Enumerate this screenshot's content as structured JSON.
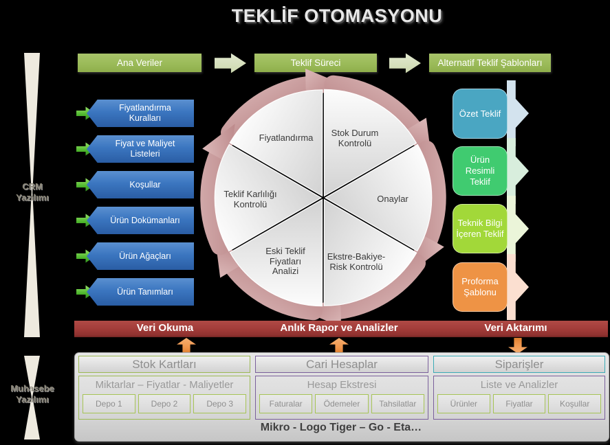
{
  "title": "TEKLİF OTOMASYONU",
  "side_labels": {
    "crm": "CRM\nYazılımı",
    "muhasebe": "Muhasebe\nYazılımı"
  },
  "flow_headers": [
    {
      "label": "Ana Veriler"
    },
    {
      "label": "Teklif Süreci"
    },
    {
      "label": "Alternatif Teklif Şablonları"
    }
  ],
  "crm_items": [
    {
      "label": "Fiyatlandırma\nKuralları"
    },
    {
      "label": "Fiyat ve Maliyet\nListeleri"
    },
    {
      "label": "Koşullar"
    },
    {
      "label": "Ürün Dokümanları"
    },
    {
      "label": "Ürün Ağaçları"
    },
    {
      "label": "Ürün Tanımları"
    }
  ],
  "cycle_steps": [
    {
      "label": "Fiyatlandırma"
    },
    {
      "label": "Stok Durum\nKontrolü"
    },
    {
      "label": "Onaylar"
    },
    {
      "label": "Ekstre-Bakiye-\nRisk Kontrolü"
    },
    {
      "label": "Eski Teklif\nFiyatları\nAnalizi"
    },
    {
      "label": "Teklif Karlılığı\nKontrolü"
    }
  ],
  "templates": [
    {
      "label": "Özet Teklif",
      "color": "#4aa6c2"
    },
    {
      "label": "Ürün\nResimli\nTeklif",
      "color": "#40cb70"
    },
    {
      "label": "Teknik Bilgi\nİçeren Teklif",
      "color": "#a2d839"
    },
    {
      "label": "Proforma\nŞablonu",
      "color": "#ee9345"
    }
  ],
  "banner": {
    "items": [
      {
        "label": "Veri Okuma",
        "arrow": "up"
      },
      {
        "label": "Anlık Rapor ve Analizler",
        "arrow": "up"
      },
      {
        "label": "Veri Aktarımı",
        "arrow": "down"
      }
    ]
  },
  "erp_panel": {
    "groups": [
      {
        "title": "Stok Kartları",
        "subtitle": "Miktarlar – Fiyatlar - Maliyetler",
        "chips": [
          {
            "label": "Depo 1"
          },
          {
            "label": "Depo 2"
          },
          {
            "label": "Depo 3"
          }
        ],
        "accent": "#9cb953"
      },
      {
        "title": "Cari Hesaplar",
        "subtitle": "Hesap Ekstresi",
        "chips": [
          {
            "label": "Faturalar"
          },
          {
            "label": "Ödemeler"
          },
          {
            "label": "Tahsilatlar"
          }
        ],
        "accent": "#7a5f9b"
      },
      {
        "title": "Siparişler",
        "subtitle": "Liste ve Analizler",
        "chips": [
          {
            "label": "Ürünler"
          },
          {
            "label": "Fiyatlar"
          },
          {
            "label": "Koşullar"
          }
        ],
        "accent": "#3aabb6"
      }
    ],
    "footer": "Mikro - Logo Tiger – Go - Eta…"
  },
  "colors": {
    "bg": "#000000",
    "title_text": "#e8e8e8",
    "green_header": "#9bbb59",
    "sage_arrow": "#ccd8ad",
    "blue_box": "#3b76c0",
    "green_arrow": "#4db52c",
    "rose_arrow": "#bf8a8b",
    "banner": "#a23c39",
    "orange_arrow": "#f0954b",
    "panel_bg": "#d6d6d6",
    "panel_text": "#8e8e8e",
    "footer_text": "#3f3f3f",
    "beige_shape": "#eeeadf",
    "side_text": "#8b8678",
    "tpl0": "#4aa6c2",
    "tint0": "#d3e3ee",
    "tpl1": "#40cb70",
    "tint1": "#d8eedd",
    "tpl2": "#a2d839",
    "tint2": "#ebf5d9",
    "tpl3": "#ee9345",
    "tint3": "#fbdfd0",
    "accent_green": "#9cb953",
    "accent_purple": "#7a5f9b",
    "accent_teal": "#3aabb6"
  }
}
